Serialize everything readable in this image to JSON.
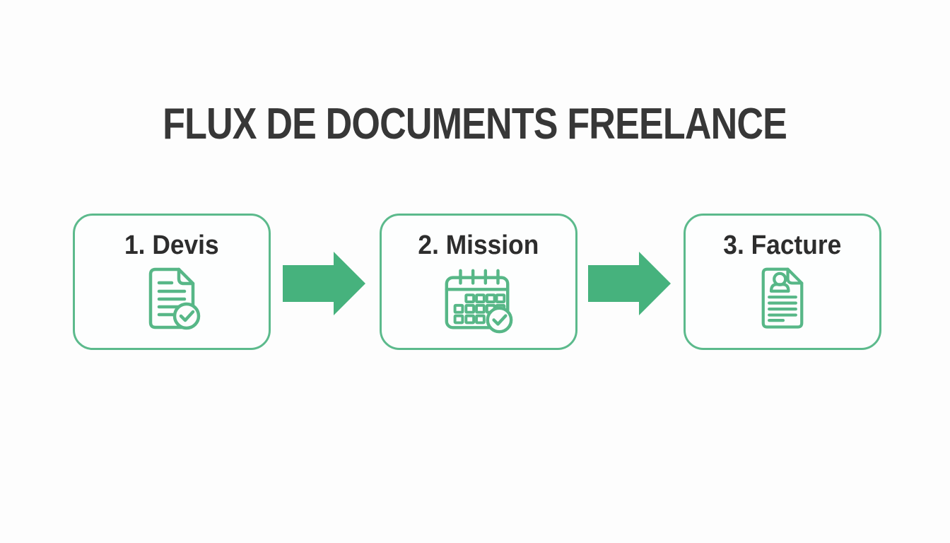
{
  "page": {
    "title": "FLUX DE DOCUMENTS FREELANCE",
    "background_color": "#fdfdfd"
  },
  "colors": {
    "box_border_green": "#5cba8c",
    "icon_stroke_green": "#57b787",
    "arrow_fill_green": "#46b27d",
    "title_text": "#373737",
    "step_label_text": "#2d2d2d"
  },
  "flow": {
    "steps": [
      {
        "label": "1. Devis",
        "icon": "document-check-icon"
      },
      {
        "label": "2. Mission",
        "icon": "calendar-check-icon"
      },
      {
        "label": "3. Facture",
        "icon": "invoice-client-icon"
      }
    ],
    "connectors": [
      {
        "icon": "right-arrow-icon"
      },
      {
        "icon": "right-arrow-icon"
      }
    ]
  }
}
